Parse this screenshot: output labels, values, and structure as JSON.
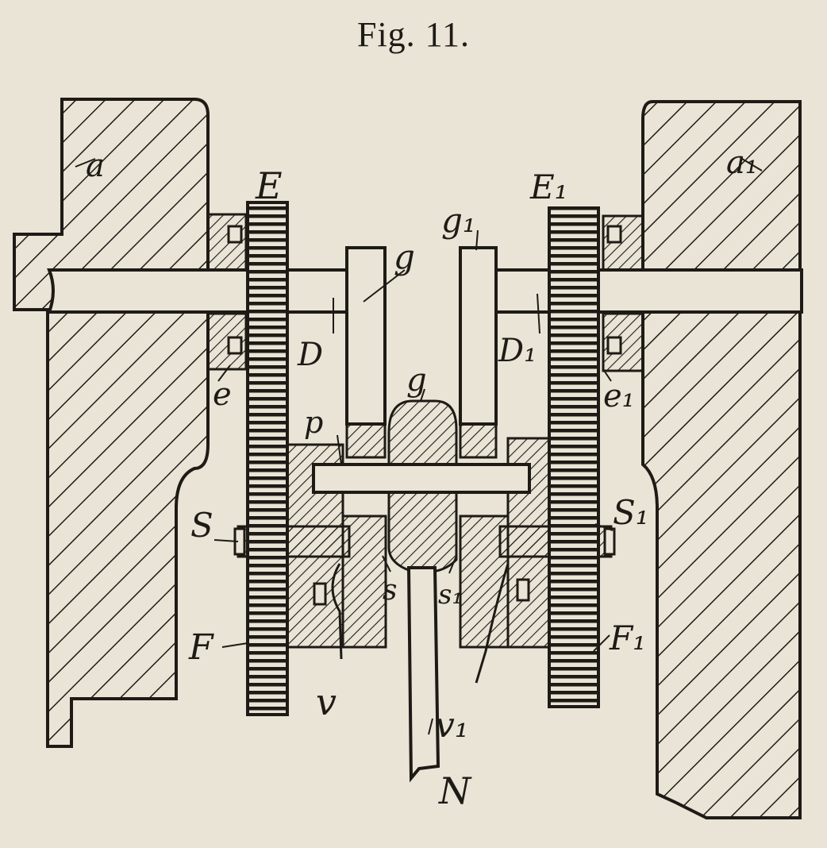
{
  "figure": {
    "title": "Fig. 11."
  },
  "labels": {
    "housing_left": "a",
    "housing_right": "a₁",
    "gear_E": "E",
    "gear_E1": "E₁",
    "disc_g": "g",
    "disc_g1": "g₁",
    "hub_D": "D",
    "hub_D1": "D₁",
    "center_g": "g",
    "bearing_e": "e",
    "bearing_e1": "e₁",
    "pin_p": "p",
    "shaft_S": "S",
    "shaft_S1": "S₁",
    "wheel_F": "F",
    "wheel_F1": "F₁",
    "spring_v": "v",
    "spring_v1": "v₁",
    "small_s": "s",
    "small_s1": "s₁",
    "stem_N": "N"
  },
  "colors": {
    "paper": "#e9e4d6",
    "ink": "#1e1b16"
  }
}
